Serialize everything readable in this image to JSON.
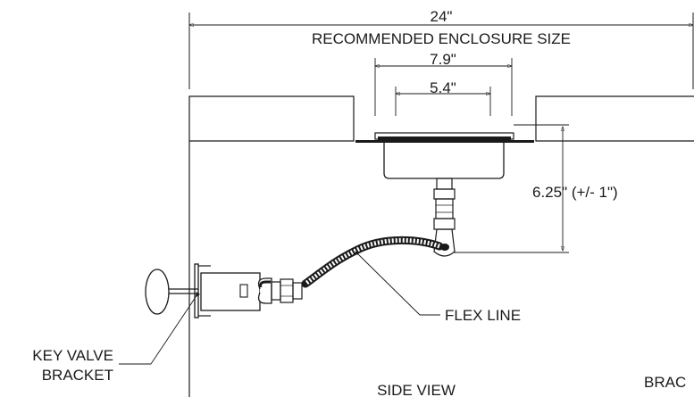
{
  "dimensions": {
    "enclosure_width": "24\"",
    "enclosure_caption": "RECOMMENDED ENCLOSURE SIZE",
    "pan_outer_width": "7.9\"",
    "pan_inner_width": "5.4\"",
    "depth": "6.25\" (+/- 1\")"
  },
  "callouts": {
    "flex_line": "FLEX LINE",
    "key_valve_line1": "KEY VALVE",
    "key_valve_line2": "BRACKET",
    "bracket_partial": "BRAC"
  },
  "view_caption": "SIDE VIEW",
  "colors": {
    "line": "#1a1a1a",
    "background": "#ffffff"
  }
}
